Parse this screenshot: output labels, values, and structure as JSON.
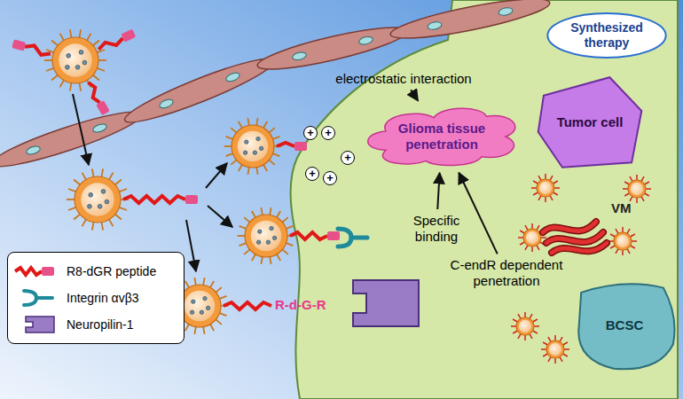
{
  "diagram": {
    "nodes": [
      {
        "text": [
          "electrostatic interaction"
        ]
      },
      {
        "text": [
          "Synthesized therapy"
        ]
      },
      {
        "text": [
          "Glioma tissue penetration"
        ]
      },
      {
        "text": [
          "Tumor cell"
        ]
      },
      {
        "text": [
          "Specific binding"
        ]
      },
      {
        "text": [
          "C-endR dependent penetration"
        ]
      },
      {
        "text": [
          "BCSC"
        ]
      }
    ],
    "edges": [
      {
        "from": 0,
        "to": 2,
        "arrow": "to"
      },
      {
        "from": 4,
        "to": 2,
        "arrow": "to"
      },
      {
        "from": 5,
        "to": 2,
        "arrow": "to"
      }
    ],
    "labels": [
      "+",
      "+",
      "+",
      "+",
      "+",
      "VM",
      "R-d-G-R"
    ],
    "legend": [
      {
        "text": "R8-dGR peptide"
      },
      {
        "text": "Integrin αvβ3"
      },
      {
        "text": "Neuropilin-1"
      }
    ]
  }
}
